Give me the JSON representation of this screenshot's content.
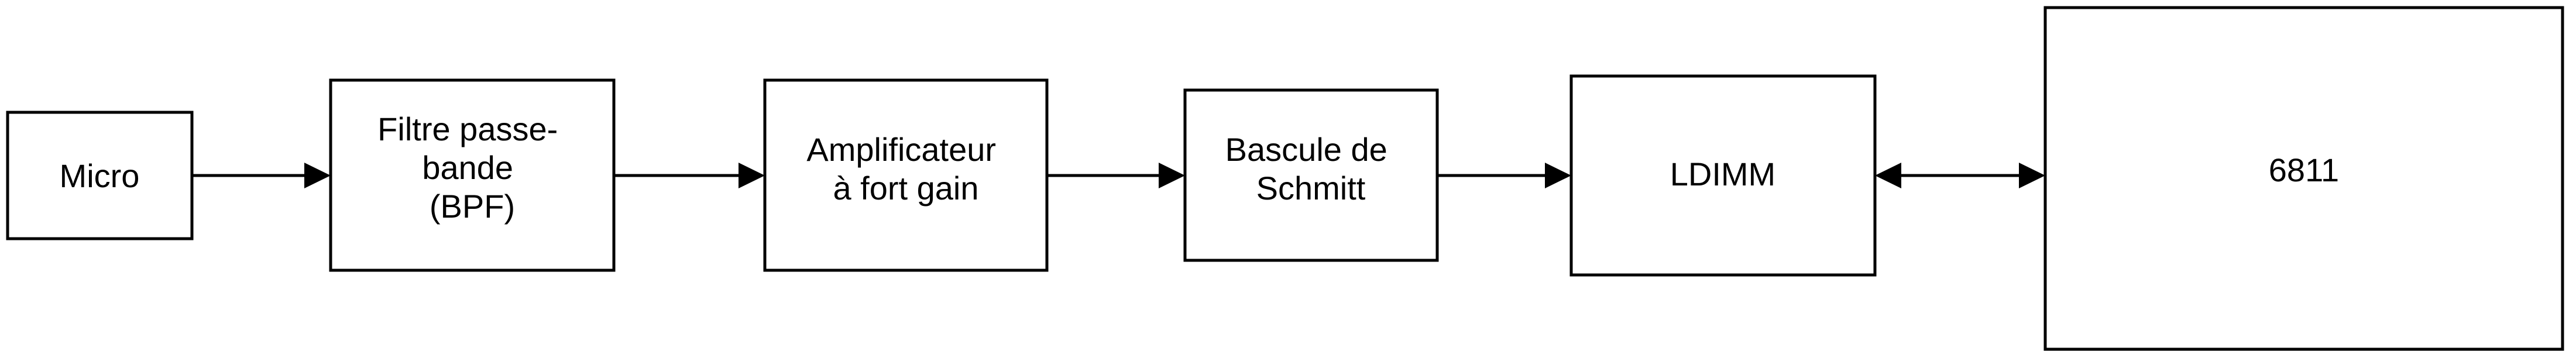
{
  "diagram": {
    "blocks": [
      {
        "id": "micro",
        "lines": [
          "Micro"
        ]
      },
      {
        "id": "bpf",
        "lines": [
          "Filtre passe-",
          "bande",
          "(BPF)"
        ]
      },
      {
        "id": "amplifier",
        "lines": [
          "Amplificateur",
          "à fort gain"
        ]
      },
      {
        "id": "schmitt",
        "lines": [
          "Bascule de",
          "Schmitt"
        ]
      },
      {
        "id": "ldimm",
        "lines": [
          "LDIMM"
        ]
      },
      {
        "id": "mcu",
        "lines": [
          "6811"
        ]
      }
    ],
    "connections": [
      {
        "from": "micro",
        "to": "bpf",
        "direction": "forward"
      },
      {
        "from": "bpf",
        "to": "amplifier",
        "direction": "forward"
      },
      {
        "from": "amplifier",
        "to": "schmitt",
        "direction": "forward"
      },
      {
        "from": "schmitt",
        "to": "ldimm",
        "direction": "forward"
      },
      {
        "from": "ldimm",
        "to": "mcu",
        "direction": "bidirectional"
      }
    ],
    "colors": {
      "stroke": "#000000",
      "fill": "#ffffff",
      "text": "#000000"
    }
  }
}
